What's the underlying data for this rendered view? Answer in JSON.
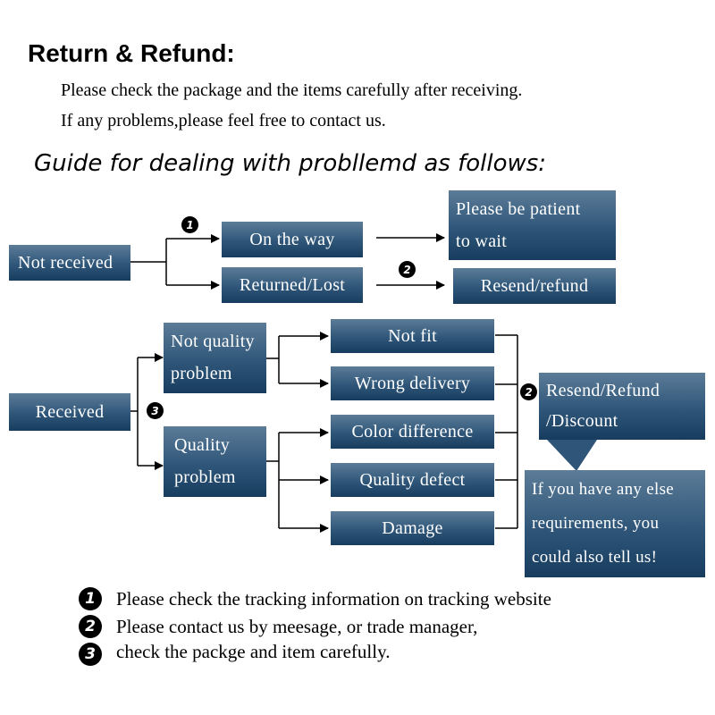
{
  "title": "Return & Refund:",
  "intro": [
    "Please check the package and the items carefully after receiving.",
    "If any problems,please feel free to contact us."
  ],
  "guide_title": "Guide for dealing with probllemd as follows:",
  "nodes": {
    "not_received": "Not received",
    "on_the_way": "On the way",
    "returned_lost": "Returned/Lost",
    "please_be_patient": [
      "Please be patient",
      "to wait"
    ],
    "resend_refund_top": "Resend/refund",
    "received": "Received",
    "not_quality_problem": [
      "Not quality",
      "problem"
    ],
    "quality_problem": [
      "Quality",
      "problem"
    ],
    "not_fit": "Not fit",
    "wrong_delivery": "Wrong delivery",
    "color_difference": "Color difference",
    "quality_defect": "Quality defect",
    "damage": "Damage",
    "resend_refund_discount": [
      "Resend/Refund",
      "/Discount"
    ],
    "callout": [
      "If you have any else",
      "requirements, you",
      "could also tell us!"
    ]
  },
  "step_markers": {
    "one": "1",
    "two": "2",
    "three": "3"
  },
  "legend": [
    {
      "num": "1",
      "text": "Please check the tracking information on tracking website"
    },
    {
      "num": "2",
      "text": "Please contact us by meesage, or trade manager,"
    },
    {
      "num": "3",
      "text": "check the packge and item carefully."
    }
  ],
  "colors": {
    "box_top": "#5c7c98",
    "box_bottom": "#173c5e",
    "line": "#000000"
  }
}
